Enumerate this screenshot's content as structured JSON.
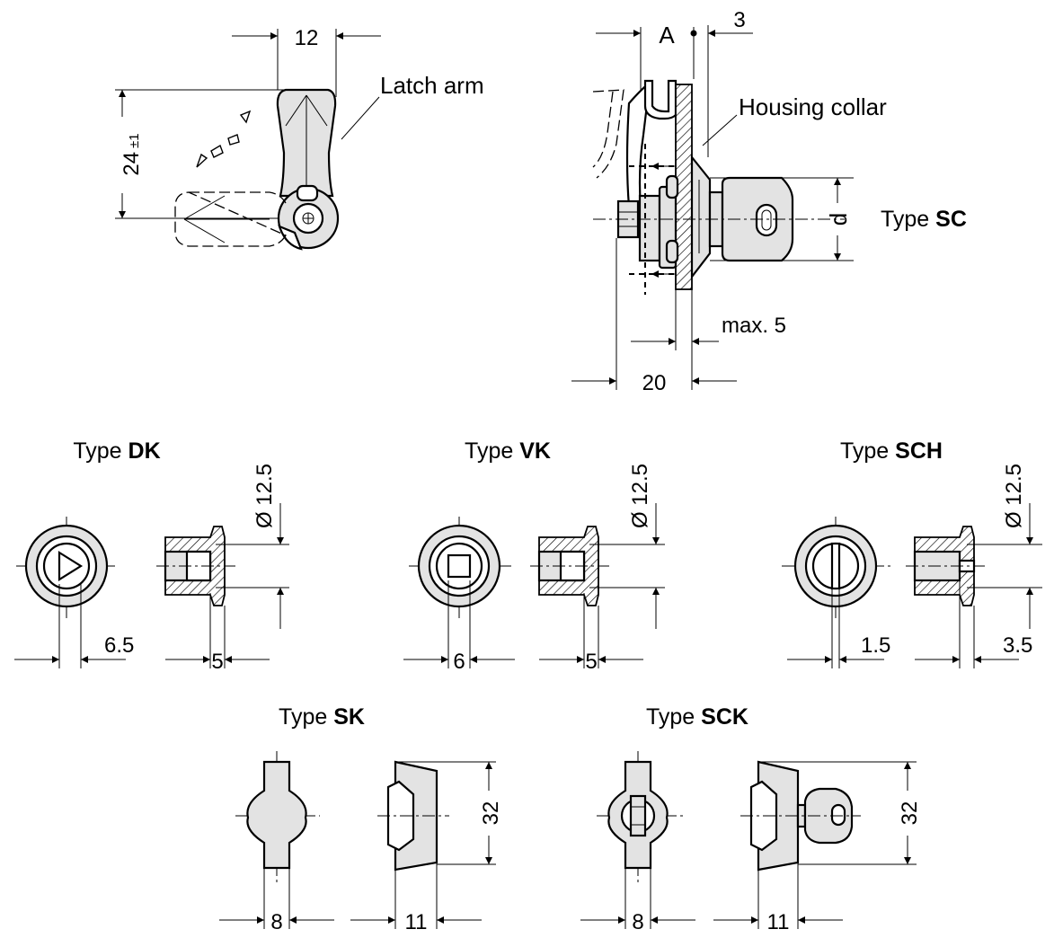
{
  "labels": {
    "latch_arm": "Latch arm",
    "housing_collar": "Housing collar",
    "section_mark": "A"
  },
  "types": {
    "sc": {
      "prefix": "Type ",
      "code": "SC"
    },
    "dk": {
      "prefix": "Type ",
      "code": "DK"
    },
    "vk": {
      "prefix": "Type ",
      "code": "VK"
    },
    "sch": {
      "prefix": "Type ",
      "code": "SCH"
    },
    "sk": {
      "prefix": "Type ",
      "code": "SK"
    },
    "sck": {
      "prefix": "Type ",
      "code": "SCK"
    }
  },
  "dimensions": {
    "arm_width": "12",
    "arm_length": "24",
    "arm_length_tol": "±1",
    "collar_offset": "3",
    "d": "d",
    "max_thickness": "max. 5",
    "body_length": "20",
    "dk_diameter": "Ø 12.5",
    "dk_drive": "6.5",
    "dk_depth": "5",
    "vk_diameter": "Ø 12.5",
    "vk_drive": "6",
    "vk_depth": "5",
    "sch_diameter": "Ø 12.5",
    "sch_slot": "1.5",
    "sch_depth": "3.5",
    "sk_width": "8",
    "sk_depth": "11",
    "sk_height": "32",
    "sck_width": "8",
    "sck_depth": "11",
    "sck_height": "32"
  },
  "colors": {
    "line": "#000000",
    "shade": "#e3e3e3",
    "background": "#ffffff"
  }
}
